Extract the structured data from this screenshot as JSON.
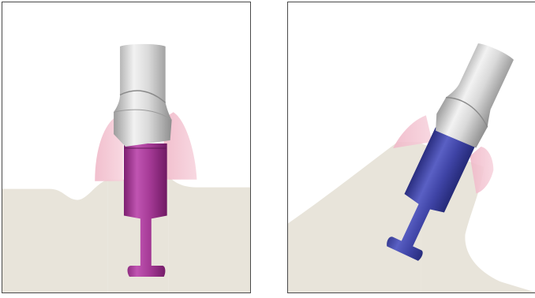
{
  "figure": {
    "panels": [
      {
        "id": "left",
        "orientation": "vertical",
        "component_color": "#a53a96",
        "tissue_color": "#f3c9d5",
        "bone_color": "#e8e4da"
      },
      {
        "id": "right",
        "orientation": "angled",
        "component_color": "#3f44a6",
        "tissue_color": "#f3c9d5",
        "bone_color": "#e8e4da"
      }
    ],
    "abutment_color": "#c8c8c8"
  }
}
